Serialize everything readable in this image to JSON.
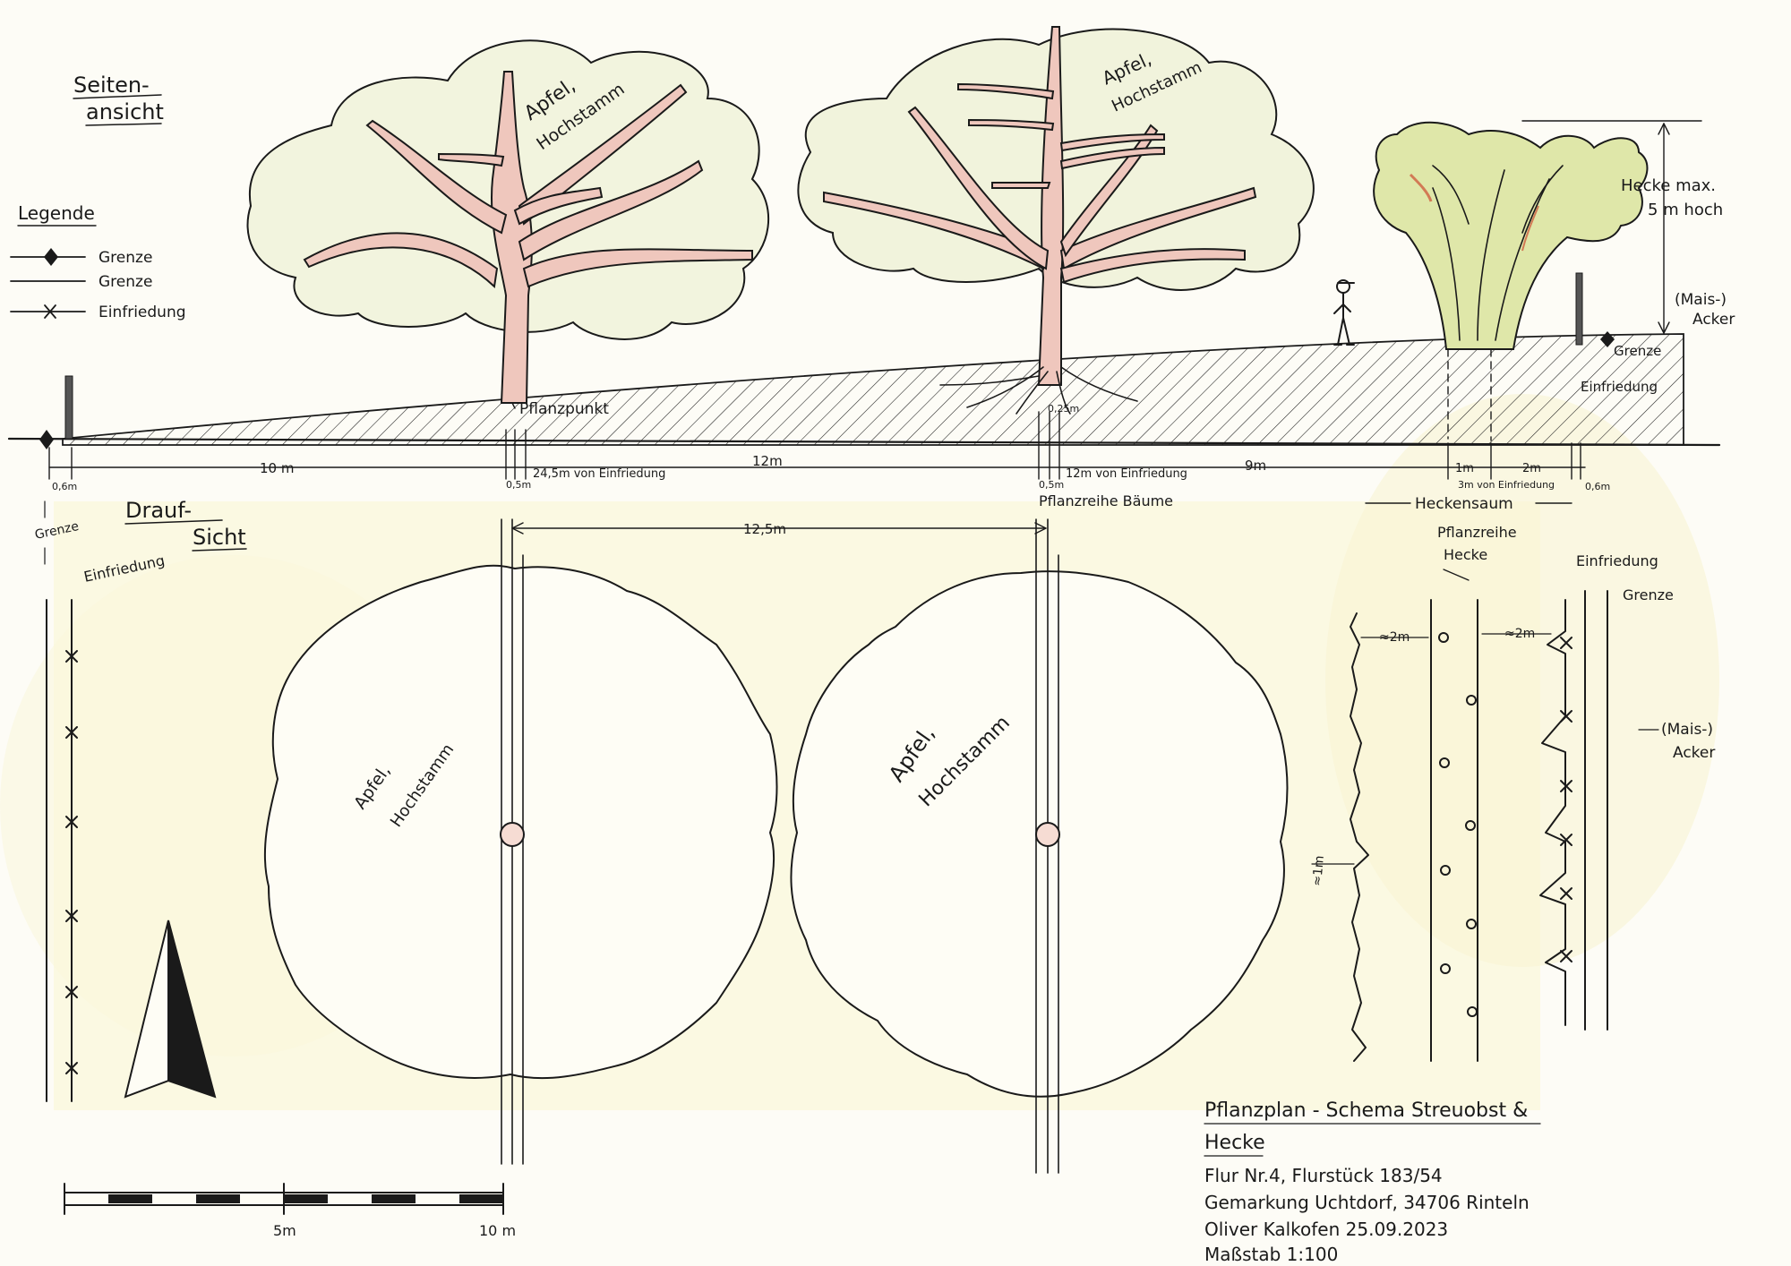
{
  "side_view": {
    "title_line1": "Seiten-",
    "title_line2": "ansicht",
    "tree1_label": [
      "Apfel,",
      "Hochstamm"
    ],
    "tree2_label": [
      "Apfel,",
      "Hochstamm"
    ],
    "hedge_height_label": [
      "Hecke max.",
      "5 m hoch"
    ],
    "field_label": [
      "(Mais-)",
      "Acker"
    ],
    "grenze_label": "Grenze",
    "einfriedung_label": "Einfriedung",
    "pflanzpunkt_label": "Pflanzpunkt",
    "small_label": "0,25m"
  },
  "legend": {
    "title": "Legende",
    "items": [
      {
        "symbol": "diamond",
        "label": "Grenze"
      },
      {
        "symbol": "line",
        "label": "Grenze"
      },
      {
        "symbol": "cross",
        "label": "Einfriedung"
      }
    ]
  },
  "dimensions": {
    "d_06_left": "0,6m",
    "d_10m": "10 m",
    "d_05_left": "0,5m",
    "d_245": "24,5m von Einfriedung",
    "d_12m": "12m",
    "d_05_mid": "0,5m",
    "d_12_von": "12m von Einfriedung",
    "d_9m": "9m",
    "d_1m": "1m",
    "d_3m": "3m von Einfriedung",
    "d_2m": "2m",
    "d_06_right": "0,6m",
    "pflanzreihe_baeume": "Pflanzreihe Bäume",
    "heckensaum": "Heckensaum",
    "d_125": "12,5m"
  },
  "top_view": {
    "title_line1": "Drauf-",
    "title_line2": "Sicht",
    "grenze_label": "Grenze",
    "einfriedung_left": "Einfriedung",
    "tree1_label": [
      "Apfel,",
      "Hochstamm"
    ],
    "tree2_label": [
      "Apfel,",
      "Hochstamm"
    ],
    "pflanzreihe_hecke": [
      "Pflanzreihe",
      "Hecke"
    ],
    "einfriedung_right": "Einfriedung",
    "grenze_right": "Grenze",
    "approx_2m_left": "≈2m",
    "approx_2m_right": "≈2m",
    "approx_1m": "≈1m",
    "field_label": [
      "(Mais-)",
      "Acker"
    ]
  },
  "scale_bar": {
    "label_5": "5m",
    "label_10": "10 m"
  },
  "title_block": {
    "line1": "Pflanzplan - Schema Streuobst &",
    "line2": "Hecke",
    "line3": "Flur Nr.4, Flurstück 183/54",
    "line4": "Gemarkung Uchtdorf, 34706 Rinteln",
    "line5": "Oliver Kalkofen 25.09.2023",
    "line6": "Maßstab 1:100"
  },
  "colors": {
    "paper": "#fdfcf6",
    "canopy_fill": "#f1f3dd",
    "trunk_fill": "#efc7bd",
    "hedge_fill": "#dde6a4",
    "yellow_wash": "#f8f4c8",
    "ink": "#1a1a1a"
  }
}
